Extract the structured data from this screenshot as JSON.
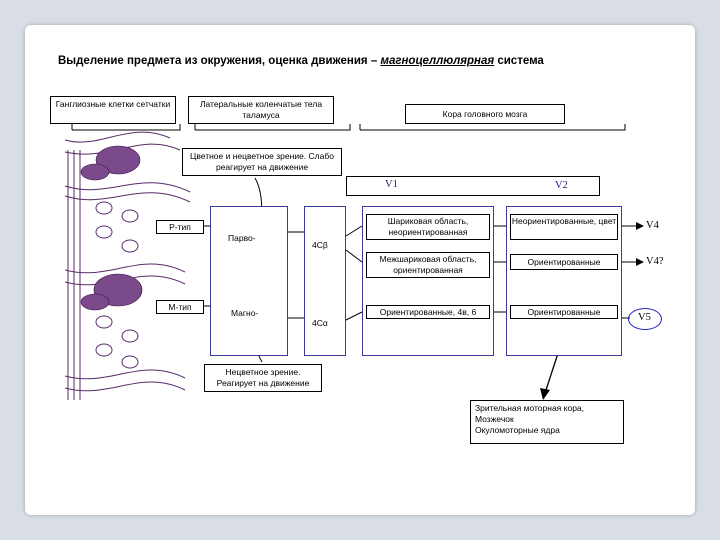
{
  "title": {
    "prefix": "Выделение предмета из окружения, оценка движения  –  ",
    "emphasis": "магноцеллюлярная",
    "suffix": "  система"
  },
  "headers": {
    "ganglion": "Ганглиозные клетки сетчатки",
    "lgn": "Латеральные коленчатые тела таламуса",
    "cortex": "Кора головного мозга"
  },
  "callouts": {
    "color": "Цветное и нецветное зрение. Слабо реагирует на движение",
    "achromatic": "Нецветное зрение. Реагирует на движение"
  },
  "areas": {
    "v1": "V1",
    "v2": "V2"
  },
  "cell_types": {
    "p": "Р-тип",
    "m": "М-тип"
  },
  "lgn_layers": {
    "parvo": "Парво-",
    "magno": "Магно-"
  },
  "layer_labels": {
    "c_beta": "4Cβ",
    "c_alpha": "4Cα"
  },
  "v1_regions": {
    "blob": "Шариковая область, неориентированная",
    "interblob": "Межшариковая область, ориентированная",
    "oriented": "Ориентированные, 4в, 6"
  },
  "v2_regions": {
    "unoriented": "Неориентированные, цвет",
    "oriented1": "Ориентированные",
    "oriented2": "Ориентированные"
  },
  "targets": {
    "v4": "V4",
    "v4q": "V4?",
    "v5": "V5"
  },
  "outputs": [
    "Зрительная моторная кора,",
    "Мозжечок",
    "Окуломоторные ядра"
  ],
  "colors": {
    "cortex_line": "#1c1c7a",
    "cell_stain": "#5a2a6a",
    "accent_circle": "#2020c0"
  }
}
